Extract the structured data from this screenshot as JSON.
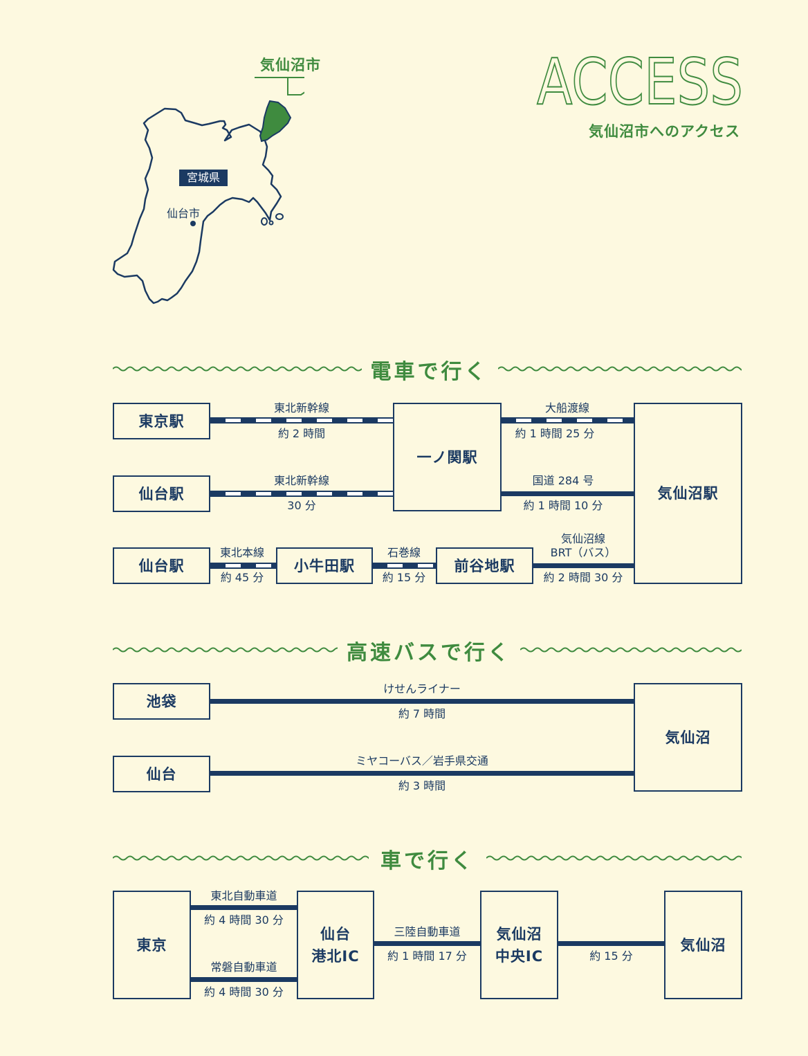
{
  "header": {
    "title": "ACCESS",
    "subtitle": "気仙沼市へのアクセス"
  },
  "map": {
    "highlight_city": "気仙沼市",
    "prefecture": "宮城県",
    "capital": "仙台市",
    "colors": {
      "highlight": "#3f8b3f",
      "outline": "#1b3a62"
    }
  },
  "train": {
    "heading": "電車で行く",
    "stations": {
      "tokyo": "東京駅",
      "sendai1": "仙台駅",
      "sendai2": "仙台駅",
      "ichinoseki": "一ノ関駅",
      "kesennuma": "気仙沼駅",
      "kogota": "小牛田駅",
      "maeyachi": "前谷地駅"
    },
    "routes": {
      "tokyo_ichinoseki": {
        "line": "東北新幹線",
        "time": "約 2 時間"
      },
      "sendai_ichinoseki": {
        "line": "東北新幹線",
        "time": "30 分"
      },
      "ichinoseki_kesennuma_rail": {
        "line": "大船渡線",
        "time": "約 1 時間 25 分"
      },
      "ichinoseki_kesennuma_road": {
        "line": "国道 284 号",
        "time": "約 1 時間 10 分"
      },
      "sendai_kogota": {
        "line": "東北本線",
        "time": "約 45 分"
      },
      "kogota_maeyachi": {
        "line": "石巻線",
        "time": "約 15 分"
      },
      "maeyachi_kesennuma": {
        "line1": "気仙沼線",
        "line2": "BRT（バス）",
        "time": "約 2 時間 30 分"
      }
    }
  },
  "bus": {
    "heading": "高速バスで行く",
    "stations": {
      "ikebukuro": "池袋",
      "sendai": "仙台",
      "kesennuma": "気仙沼"
    },
    "routes": {
      "ikebukuro": {
        "line": "けせんライナー",
        "time": "約 7 時間"
      },
      "sendai": {
        "line": "ミヤコーバス／岩手県交通",
        "time": "約 3 時間"
      }
    }
  },
  "car": {
    "heading": "車で行く",
    "stations": {
      "tokyo": "東京",
      "sendai_ic": "仙台\n港北IC",
      "kesennuma_ic": "気仙沼\n中央IC",
      "kesennuma": "気仙沼"
    },
    "routes": {
      "tohoku": {
        "line": "東北自動車道",
        "time": "約 4 時間 30 分"
      },
      "joban": {
        "line": "常磐自動車道",
        "time": "約 4 時間 30 分"
      },
      "sanriku": {
        "line": "三陸自動車道",
        "time": "約 1 時間 17 分"
      },
      "last": {
        "time": "約 15 分"
      }
    }
  }
}
